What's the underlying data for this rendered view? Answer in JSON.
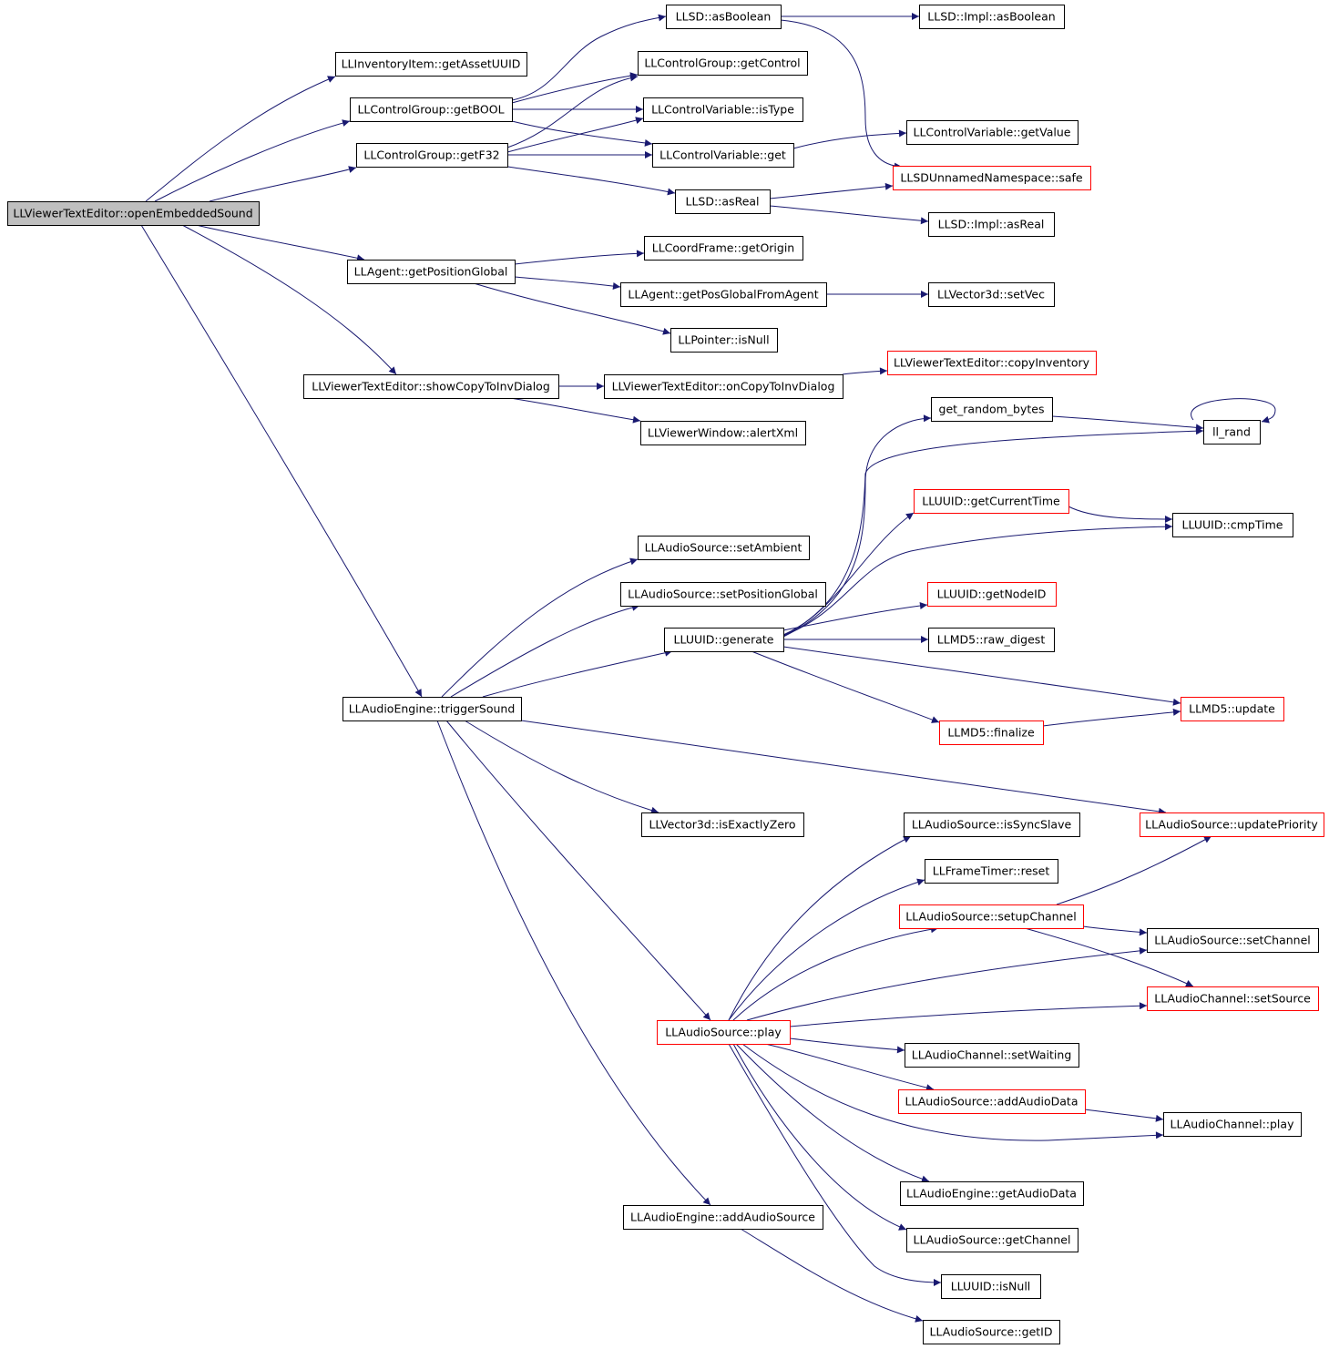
{
  "nodes": [
    {
      "id": "root",
      "label": "LLViewerTextEditor::openEmbeddedSound",
      "style": "root"
    },
    {
      "id": "getAssetUUID",
      "label": "LLInventoryItem::getAssetUUID",
      "style": "normal"
    },
    {
      "id": "getBOOL",
      "label": "LLControlGroup::getBOOL",
      "style": "normal"
    },
    {
      "id": "getF32",
      "label": "LLControlGroup::getF32",
      "style": "normal"
    },
    {
      "id": "asBoolean",
      "label": "LLSD::asBoolean",
      "style": "normal"
    },
    {
      "id": "implAsBoolean",
      "label": "LLSD::Impl::asBoolean",
      "style": "normal"
    },
    {
      "id": "getControl",
      "label": "LLControlGroup::getControl",
      "style": "normal"
    },
    {
      "id": "isType",
      "label": "LLControlVariable::isType",
      "style": "normal"
    },
    {
      "id": "cvGetValue",
      "label": "LLControlVariable::getValue",
      "style": "normal"
    },
    {
      "id": "cvGet",
      "label": "LLControlVariable::get",
      "style": "normal"
    },
    {
      "id": "safe",
      "label": "LLSDUnnamedNamespace::safe",
      "style": "red"
    },
    {
      "id": "asReal",
      "label": "LLSD::asReal",
      "style": "normal"
    },
    {
      "id": "implAsReal",
      "label": "LLSD::Impl::asReal",
      "style": "normal"
    },
    {
      "id": "getOrigin",
      "label": "LLCoordFrame::getOrigin",
      "style": "normal"
    },
    {
      "id": "getPositionGlobal",
      "label": "LLAgent::getPositionGlobal",
      "style": "normal"
    },
    {
      "id": "getPosGlobalFromAgent",
      "label": "LLAgent::getPosGlobalFromAgent",
      "style": "normal"
    },
    {
      "id": "setVec",
      "label": "LLVector3d::setVec",
      "style": "normal"
    },
    {
      "id": "pointerIsNull",
      "label": "LLPointer::isNull",
      "style": "normal"
    },
    {
      "id": "copyInventory",
      "label": "LLViewerTextEditor::copyInventory",
      "style": "red"
    },
    {
      "id": "showCopyToInvDialog",
      "label": "LLViewerTextEditor::showCopyToInvDialog",
      "style": "normal"
    },
    {
      "id": "onCopyToInvDialog",
      "label": "LLViewerTextEditor::onCopyToInvDialog",
      "style": "normal"
    },
    {
      "id": "alertXml",
      "label": "LLViewerWindow::alertXml",
      "style": "normal"
    },
    {
      "id": "getRandomBytes",
      "label": "get_random_bytes",
      "style": "normal"
    },
    {
      "id": "llRand",
      "label": "ll_rand",
      "style": "normal"
    },
    {
      "id": "getCurrentTime",
      "label": "LLUUID::getCurrentTime",
      "style": "red"
    },
    {
      "id": "cmpTime",
      "label": "LLUUID::cmpTime",
      "style": "normal"
    },
    {
      "id": "setAmbient",
      "label": "LLAudioSource::setAmbient",
      "style": "normal"
    },
    {
      "id": "setPositionGlobal",
      "label": "LLAudioSource::setPositionGlobal",
      "style": "normal"
    },
    {
      "id": "getNodeID",
      "label": "LLUUID::getNodeID",
      "style": "red"
    },
    {
      "id": "generate",
      "label": "LLUUID::generate",
      "style": "normal"
    },
    {
      "id": "rawDigest",
      "label": "LLMD5::raw_digest",
      "style": "normal"
    },
    {
      "id": "triggerSound",
      "label": "LLAudioEngine::triggerSound",
      "style": "normal"
    },
    {
      "id": "md5Update",
      "label": "LLMD5::update",
      "style": "red"
    },
    {
      "id": "md5Finalize",
      "label": "LLMD5::finalize",
      "style": "red"
    },
    {
      "id": "isExactlyZero",
      "label": "LLVector3d::isExactlyZero",
      "style": "normal"
    },
    {
      "id": "isSyncSlave",
      "label": "LLAudioSource::isSyncSlave",
      "style": "normal"
    },
    {
      "id": "updatePriority",
      "label": "LLAudioSource::updatePriority",
      "style": "red"
    },
    {
      "id": "frameReset",
      "label": "LLFrameTimer::reset",
      "style": "normal"
    },
    {
      "id": "setupChannel",
      "label": "LLAudioSource::setupChannel",
      "style": "red"
    },
    {
      "id": "setChannel",
      "label": "LLAudioSource::setChannel",
      "style": "normal"
    },
    {
      "id": "setSource",
      "label": "LLAudioChannel::setSource",
      "style": "red"
    },
    {
      "id": "sourcePlay",
      "label": "LLAudioSource::play",
      "style": "red"
    },
    {
      "id": "setWaiting",
      "label": "LLAudioChannel::setWaiting",
      "style": "normal"
    },
    {
      "id": "addAudioData",
      "label": "LLAudioSource::addAudioData",
      "style": "red"
    },
    {
      "id": "channelPlay",
      "label": "LLAudioChannel::play",
      "style": "normal"
    },
    {
      "id": "getAudioData",
      "label": "LLAudioEngine::getAudioData",
      "style": "normal"
    },
    {
      "id": "addAudioSource",
      "label": "LLAudioEngine::addAudioSource",
      "style": "normal"
    },
    {
      "id": "getChannel",
      "label": "LLAudioSource::getChannel",
      "style": "normal"
    },
    {
      "id": "uuidIsNull",
      "label": "LLUUID::isNull",
      "style": "normal"
    },
    {
      "id": "getID",
      "label": "LLAudioSource::getID",
      "style": "normal"
    }
  ],
  "edges": [
    [
      "root",
      "getAssetUUID"
    ],
    [
      "root",
      "getBOOL"
    ],
    [
      "root",
      "getF32"
    ],
    [
      "root",
      "getPositionGlobal"
    ],
    [
      "root",
      "showCopyToInvDialog"
    ],
    [
      "root",
      "triggerSound"
    ],
    [
      "getBOOL",
      "asBoolean"
    ],
    [
      "getBOOL",
      "getControl"
    ],
    [
      "getBOOL",
      "isType"
    ],
    [
      "getBOOL",
      "cvGet"
    ],
    [
      "getF32",
      "getControl"
    ],
    [
      "getF32",
      "isType"
    ],
    [
      "getF32",
      "cvGet"
    ],
    [
      "getF32",
      "asReal"
    ],
    [
      "asBoolean",
      "implAsBoolean"
    ],
    [
      "asBoolean",
      "safe"
    ],
    [
      "cvGet",
      "cvGetValue"
    ],
    [
      "asReal",
      "safe"
    ],
    [
      "asReal",
      "implAsReal"
    ],
    [
      "getPositionGlobal",
      "getOrigin"
    ],
    [
      "getPositionGlobal",
      "getPosGlobalFromAgent"
    ],
    [
      "getPositionGlobal",
      "pointerIsNull"
    ],
    [
      "getPosGlobalFromAgent",
      "setVec"
    ],
    [
      "showCopyToInvDialog",
      "onCopyToInvDialog"
    ],
    [
      "showCopyToInvDialog",
      "alertXml"
    ],
    [
      "onCopyToInvDialog",
      "copyInventory"
    ],
    [
      "triggerSound",
      "setAmbient"
    ],
    [
      "triggerSound",
      "setPositionGlobal"
    ],
    [
      "triggerSound",
      "generate"
    ],
    [
      "triggerSound",
      "updatePriority"
    ],
    [
      "triggerSound",
      "isExactlyZero"
    ],
    [
      "triggerSound",
      "sourcePlay"
    ],
    [
      "triggerSound",
      "addAudioSource"
    ],
    [
      "generate",
      "getRandomBytes"
    ],
    [
      "generate",
      "llRand"
    ],
    [
      "generate",
      "getCurrentTime"
    ],
    [
      "generate",
      "cmpTime"
    ],
    [
      "generate",
      "getNodeID"
    ],
    [
      "generate",
      "rawDigest"
    ],
    [
      "generate",
      "md5Update"
    ],
    [
      "generate",
      "md5Finalize"
    ],
    [
      "getRandomBytes",
      "llRand"
    ],
    [
      "llRand",
      "llRand"
    ],
    [
      "getCurrentTime",
      "cmpTime"
    ],
    [
      "md5Finalize",
      "md5Update"
    ],
    [
      "sourcePlay",
      "isSyncSlave"
    ],
    [
      "sourcePlay",
      "frameReset"
    ],
    [
      "sourcePlay",
      "setupChannel"
    ],
    [
      "sourcePlay",
      "setChannel"
    ],
    [
      "sourcePlay",
      "setSource"
    ],
    [
      "sourcePlay",
      "setWaiting"
    ],
    [
      "sourcePlay",
      "addAudioData"
    ],
    [
      "sourcePlay",
      "channelPlay"
    ],
    [
      "sourcePlay",
      "getAudioData"
    ],
    [
      "sourcePlay",
      "getChannel"
    ],
    [
      "sourcePlay",
      "uuidIsNull"
    ],
    [
      "setupChannel",
      "updatePriority"
    ],
    [
      "setupChannel",
      "setChannel"
    ],
    [
      "setupChannel",
      "setSource"
    ],
    [
      "addAudioData",
      "channelPlay"
    ],
    [
      "addAudioSource",
      "getID"
    ]
  ],
  "colors": {
    "edge": "#191970",
    "node_border": "#000000",
    "node_border_incomplete": "#ff0000",
    "root_fill": "#bfbfbf",
    "node_fill": "#ffffff"
  }
}
